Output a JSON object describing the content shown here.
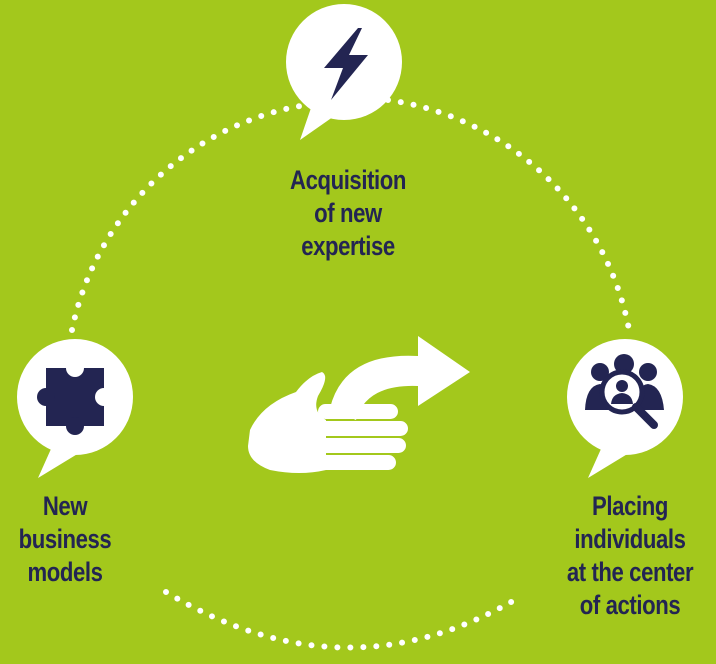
{
  "colors": {
    "background": "#a3c81c",
    "text": "#232552",
    "bubble": "#ffffff",
    "icon": "#232552"
  },
  "nodes": {
    "top": {
      "icon": "lightning-bolt-icon",
      "lines": [
        "Acquisition",
        "of new",
        "expertise"
      ]
    },
    "left": {
      "icon": "puzzle-piece-icon",
      "lines": [
        "New",
        "business",
        "models"
      ]
    },
    "right": {
      "icon": "people-magnifier-icon",
      "lines": [
        "Placing",
        "individuals",
        "at the center",
        "of actions"
      ]
    }
  },
  "center": {
    "icon": "hand-with-arrow-icon"
  }
}
